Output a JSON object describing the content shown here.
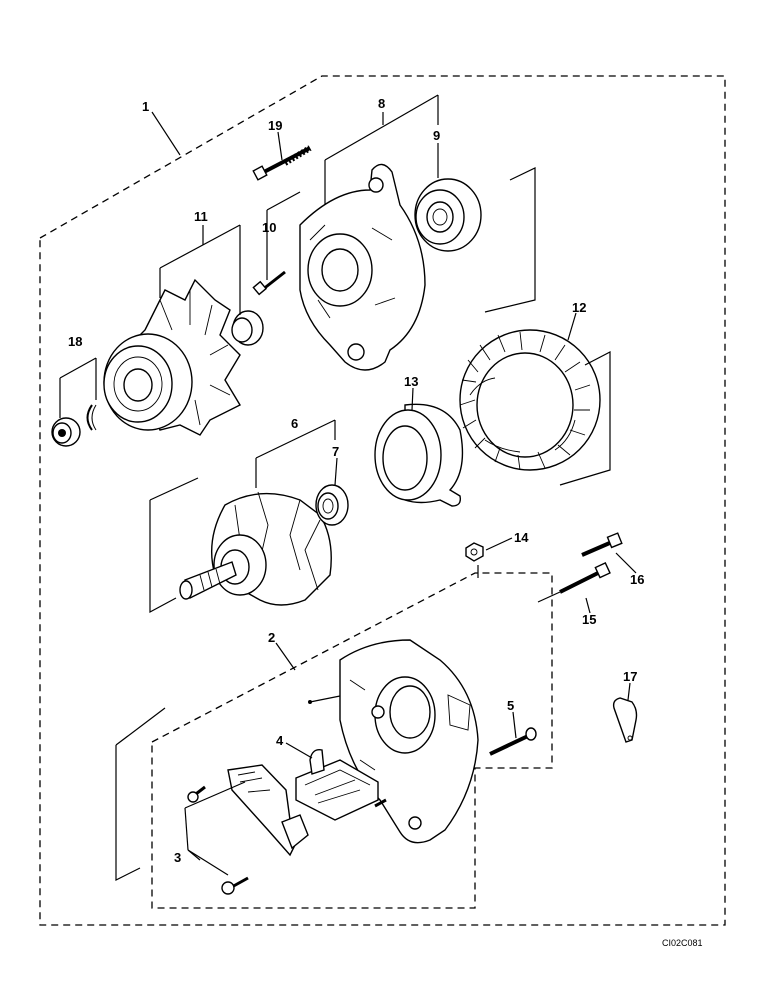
{
  "callouts": {
    "c1": "1",
    "c2": "2",
    "c3": "3",
    "c4": "4",
    "c5": "5",
    "c6": "6",
    "c7": "7",
    "c8": "8",
    "c9": "9",
    "c10": "10",
    "c11": "11",
    "c12": "12",
    "c13": "13",
    "c14": "14",
    "c15": "15",
    "c16": "16",
    "c17": "17",
    "c18": "18",
    "c19": "19"
  },
  "drawing_code": "CI02C081"
}
